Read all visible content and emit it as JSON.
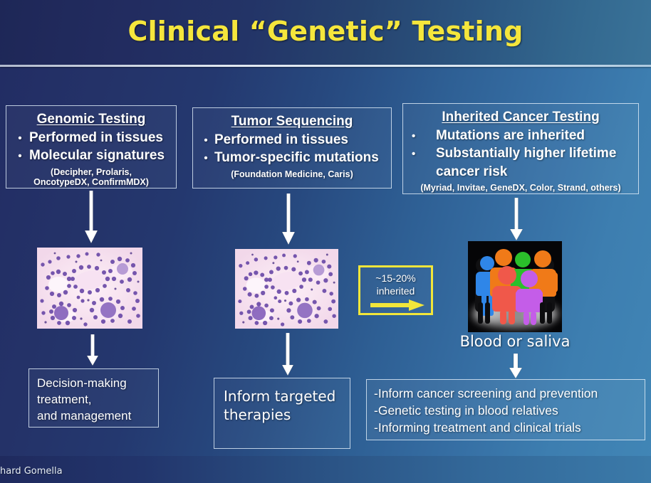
{
  "slide": {
    "title": "Clinical “Genetic” Testing",
    "footer_author": "hard Gomella",
    "accent_yellow": "#f5e63c",
    "background_dark": "#222c63",
    "background_light": "#4186b6",
    "text_color": "#ffffff"
  },
  "columns": {
    "genomic": {
      "heading": "Genomic Testing",
      "bullets": [
        {
          "marker": "•",
          "text": "Performed in tissues"
        },
        {
          "marker": "•",
          "text": "Molecular signatures"
        }
      ],
      "note_line1": "(Decipher, Prolaris,",
      "note_line2": "OncotypeDX, ConfirmMDX)",
      "specimen_caption": "",
      "result_line1": "Decision-making",
      "result_line2": "treatment,",
      "result_line3": "and management"
    },
    "tumor": {
      "heading": "Tumor Sequencing",
      "bullets": [
        {
          "marker": "•",
          "text": "Performed in tissues"
        },
        {
          "marker": "•",
          "text": "Tumor-specific mutations"
        }
      ],
      "note_line1": "(Foundation Medicine, Caris)",
      "note_line2": "",
      "result_line1": "Inform targeted",
      "result_line2": "therapies"
    },
    "inherited": {
      "heading": "Inherited Cancer Testing",
      "bullets": [
        {
          "marker": "•",
          "text": "Mutations are inherited"
        },
        {
          "marker": "•",
          "text": "Substantially higher lifetime"
        },
        {
          "marker": "",
          "text": "cancer risk"
        }
      ],
      "note_line1": "(Myriad, Invitae, GeneDX, Color, Strand, others)",
      "specimen_caption": "Blood or saliva",
      "result_line1": "-Inform cancer screening and prevention",
      "result_line2": "-Genetic testing in blood relatives",
      "result_line3": "-Informing treatment and clinical trials"
    }
  },
  "callout": {
    "line1": "~15-20%",
    "line2": "inherited",
    "arrow_color": "#f2e63a",
    "border_color": "#f2e63a"
  },
  "icons": {
    "down_arrow": "down-arrow-icon",
    "right_arrow": "right-arrow-icon",
    "histology": "histology-image",
    "family_group": "family-group-icon"
  }
}
